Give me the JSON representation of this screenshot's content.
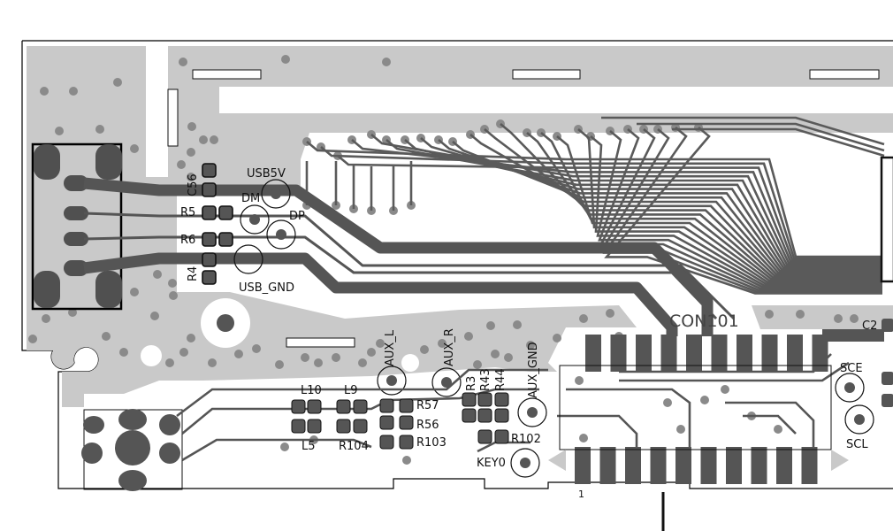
{
  "colors": {
    "background": "#ffffff",
    "copper_pour": "#c8c8c8",
    "trace": "#555555",
    "pad": "#4f4f4f",
    "via": "#777777",
    "silkscreen": "#111111"
  },
  "labels": {
    "usb5v": "USB5V",
    "dm": "DM",
    "dp": "DP",
    "usb_gnd": "USB_GND",
    "c56": "C56",
    "r5": "R5",
    "r6": "R6",
    "r4": "R4",
    "con101": "CON101",
    "aux_l": "AUX_L",
    "aux_r": "AUX_R",
    "aux_gnd": "AUX_GND",
    "l10": "L10",
    "l9": "L9",
    "l5": "L5",
    "r57": "R57",
    "r56": "R56",
    "r103": "R103",
    "r104": "R104",
    "r3": "R3",
    "r43": "R43",
    "r44": "R44",
    "r102": "R102",
    "key0": "KEY0",
    "sce": "SCE",
    "scl": "SCL",
    "c2": "C2",
    "pin1": "1"
  }
}
